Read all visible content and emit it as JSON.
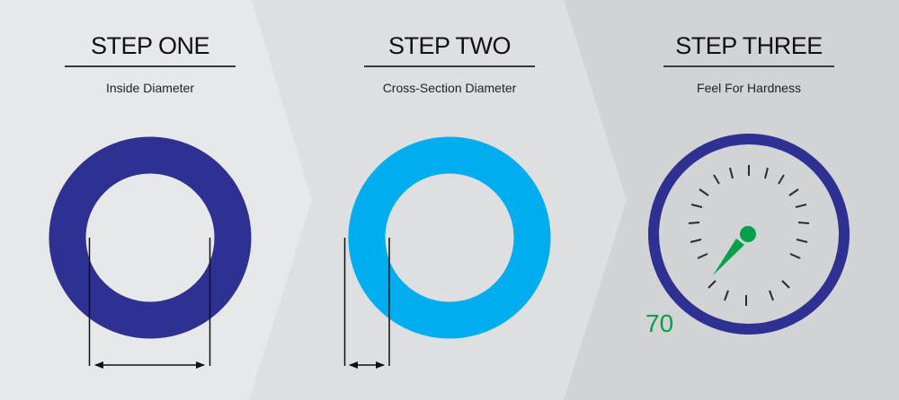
{
  "colors": {
    "panel1_bg": "#e7e8e9",
    "panel2_bg": "#dedfe0",
    "panel3_bg": "#d2d3d5",
    "ring_navy": "#2e3192",
    "ring_cyan": "#00aeef",
    "gauge_green": "#00a14b",
    "tick_dark": "#2b2b2b"
  },
  "steps": [
    {
      "title": "STEP ONE",
      "subtitle": "Inside Diameter",
      "icon": "o-ring-inside-diameter"
    },
    {
      "title": "STEP TWO",
      "subtitle": "Cross-Section Diameter",
      "icon": "o-ring-cross-section"
    },
    {
      "title": "STEP THREE",
      "subtitle": "Feel For Hardness",
      "icon": "durometer-gauge"
    }
  ],
  "gauge": {
    "value_label": "70"
  }
}
